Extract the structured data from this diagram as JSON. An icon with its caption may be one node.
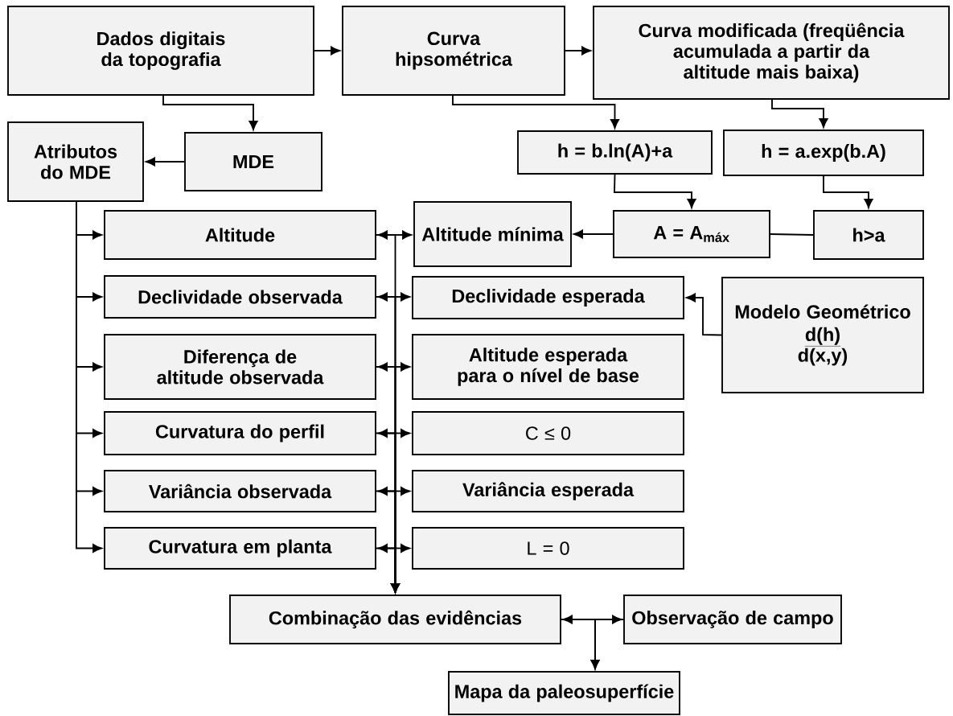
{
  "diagram": {
    "nodes": [
      {
        "text": [
          "Dados digitais da topografia"
        ]
      },
      {
        "text": [
          "Curva hipsométrica"
        ]
      },
      {
        "text": [
          "Curva modificada (freqüência acumulada a partir da altitude mais baixa)"
        ]
      },
      {
        "text": [
          "MDE"
        ]
      },
      {
        "text": [
          "Atributos do MDE"
        ]
      },
      {
        "text": [
          "h = b.ln(A)+a"
        ]
      },
      {
        "text": [
          "h = a.exp(b.A)"
        ]
      },
      {
        "text": [
          "Altitude"
        ]
      },
      {
        "text": [
          "Altitude mínima"
        ]
      },
      {
        "text": [
          "A = A$_{máx}$"
        ]
      },
      {
        "text": [
          "h>a"
        ]
      },
      {
        "text": [
          "Declividade observada"
        ]
      },
      {
        "text": [
          "Declividade esperada"
        ]
      },
      {
        "text": [
          "Modelo Geométrico",
          "d(h)",
          "d(x,y)"
        ]
      },
      {
        "text": [
          "Diferença de altitude observada"
        ]
      },
      {
        "text": [
          "Altitude esperada para o nível de base"
        ]
      },
      {
        "text": [
          "Curvatura do perfil"
        ]
      },
      {
        "text": [
          "C ≤ 0"
        ]
      },
      {
        "text": [
          "Variância observada"
        ]
      },
      {
        "text": [
          "Variância esperada"
        ]
      },
      {
        "text": [
          "Curvatura em planta"
        ]
      },
      {
        "text": [
          "L = 0"
        ]
      },
      {
        "text": [
          "Combinação das evidências"
        ]
      },
      {
        "text": [
          "Observação de campo"
        ]
      },
      {
        "text": [
          "Mapa da paleosuperfície"
        ]
      }
    ],
    "edges": [
      {
        "from": 0,
        "to": 1,
        "arrow": "to"
      },
      {
        "from": 1,
        "to": 2,
        "arrow": "to"
      },
      {
        "from": 0,
        "to": 3,
        "arrow": "to"
      },
      {
        "from": 3,
        "to": 4,
        "arrow": "to"
      },
      {
        "from": 1,
        "to": 5,
        "arrow": "to"
      },
      {
        "from": 2,
        "to": 6,
        "arrow": "to"
      },
      {
        "from": 5,
        "to": 9,
        "arrow": "to"
      },
      {
        "from": 6,
        "to": 10,
        "arrow": "to"
      },
      {
        "from": 9,
        "to": 8,
        "arrow": "to"
      },
      {
        "from": 10,
        "to": 9,
        "arrow": "none"
      },
      {
        "from": 13,
        "to": 12,
        "arrow": "to"
      },
      {
        "from": 4,
        "to": 7,
        "arrow": "to"
      },
      {
        "from": 4,
        "to": 11,
        "arrow": "to"
      },
      {
        "from": 4,
        "to": 14,
        "arrow": "to"
      },
      {
        "from": 4,
        "to": 16,
        "arrow": "to"
      },
      {
        "from": 4,
        "to": 18,
        "arrow": "to"
      },
      {
        "from": 4,
        "to": 20,
        "arrow": "to"
      },
      {
        "from": 7,
        "to": 8,
        "arrow": "both"
      },
      {
        "from": 11,
        "to": 12,
        "arrow": "both"
      },
      {
        "from": 14,
        "to": 15,
        "arrow": "both"
      },
      {
        "from": 16,
        "to": 17,
        "arrow": "both"
      },
      {
        "from": 18,
        "to": 19,
        "arrow": "both"
      },
      {
        "from": 20,
        "to": 21,
        "arrow": "both"
      },
      {
        "from": 7,
        "to": 22,
        "arrow": "to"
      },
      {
        "from": 11,
        "to": 22,
        "arrow": "to"
      },
      {
        "from": 14,
        "to": 22,
        "arrow": "to"
      },
      {
        "from": 16,
        "to": 22,
        "arrow": "to"
      },
      {
        "from": 18,
        "to": 22,
        "arrow": "to"
      },
      {
        "from": 20,
        "to": 22,
        "arrow": "to"
      },
      {
        "from": 22,
        "to": 23,
        "arrow": "both"
      },
      {
        "from": 22,
        "to": 24,
        "arrow": "to"
      },
      {
        "from": 23,
        "to": 24,
        "arrow": "to"
      }
    ]
  }
}
